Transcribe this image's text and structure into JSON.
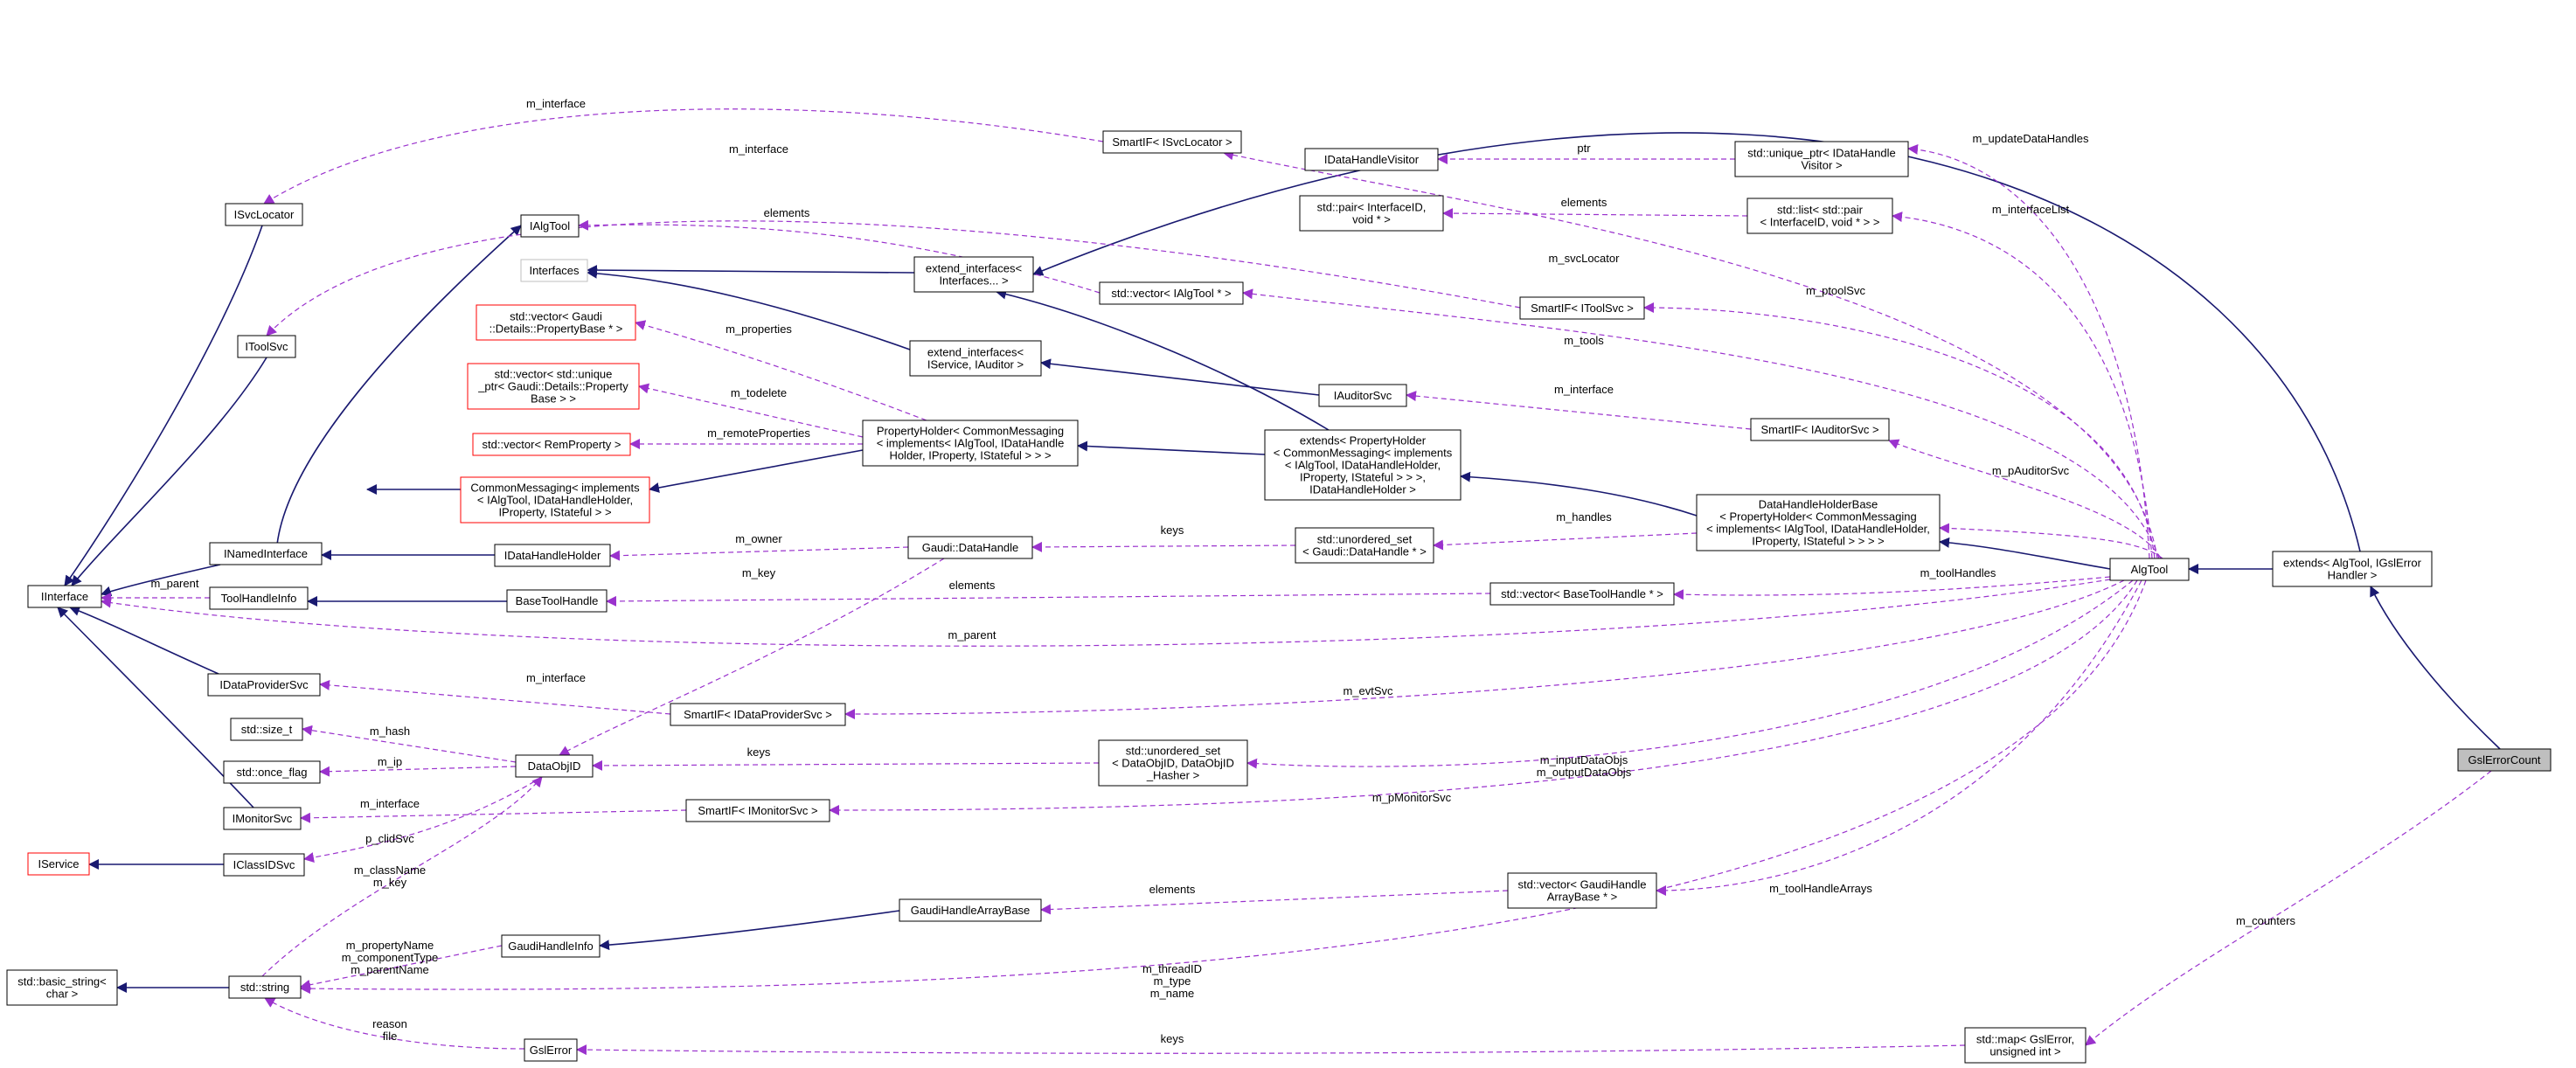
{
  "diagram": {
    "colors": {
      "background": "#ffffff",
      "node_border": "#000000",
      "node_border_red": "#ff0000",
      "node_border_grey": "#bfbfbf",
      "node_fill": "#ffffff",
      "node_fill_focus": "#bfbfbf",
      "inherit_edge": "#191970",
      "usage_edge": "#9a32cd"
    },
    "nodes": [
      {
        "id": "IInterface",
        "lines": [
          "IInterface"
        ],
        "style": "normal"
      },
      {
        "id": "ISvcLocator",
        "lines": [
          "ISvcLocator"
        ],
        "style": "normal"
      },
      {
        "id": "IToolSvc",
        "lines": [
          "IToolSvc"
        ],
        "style": "normal"
      },
      {
        "id": "IAlgTool",
        "lines": [
          "IAlgTool"
        ],
        "style": "normal"
      },
      {
        "id": "Interfaces",
        "lines": [
          "Interfaces"
        ],
        "style": "grey"
      },
      {
        "id": "vecPropBase",
        "lines": [
          "std::vector< Gaudi",
          "::Details::PropertyBase * >"
        ],
        "style": "red"
      },
      {
        "id": "vecUniquePtr",
        "lines": [
          "std::vector< std::unique",
          "_ptr< Gaudi::Details::Property",
          "Base > >"
        ],
        "style": "red"
      },
      {
        "id": "vecRemProp",
        "lines": [
          "std::vector< RemProperty >"
        ],
        "style": "red"
      },
      {
        "id": "CommonMessaging",
        "lines": [
          "CommonMessaging< implements",
          "< IAlgTool, IDataHandleHolder,",
          "IProperty, IStateful > >"
        ],
        "style": "red"
      },
      {
        "id": "INamedInterface",
        "lines": [
          "INamedInterface"
        ],
        "style": "normal"
      },
      {
        "id": "IDataHandleHolder",
        "lines": [
          "IDataHandleHolder"
        ],
        "style": "normal"
      },
      {
        "id": "ToolHandleInfo",
        "lines": [
          "ToolHandleInfo"
        ],
        "style": "normal"
      },
      {
        "id": "BaseToolHandle",
        "lines": [
          "BaseToolHandle"
        ],
        "style": "normal"
      },
      {
        "id": "IDataProviderSvc",
        "lines": [
          "IDataProviderSvc"
        ],
        "style": "normal"
      },
      {
        "id": "stdsize_t",
        "lines": [
          "std::size_t"
        ],
        "style": "normal"
      },
      {
        "id": "stdonce_flag",
        "lines": [
          "std::once_flag"
        ],
        "style": "normal"
      },
      {
        "id": "IMonitorSvc",
        "lines": [
          "IMonitorSvc"
        ],
        "style": "normal"
      },
      {
        "id": "IService",
        "lines": [
          "IService"
        ],
        "style": "red"
      },
      {
        "id": "IClassIDSvc",
        "lines": [
          "IClassIDSvc"
        ],
        "style": "normal"
      },
      {
        "id": "basicString",
        "lines": [
          "std::basic_string<",
          "char >"
        ],
        "style": "normal"
      },
      {
        "id": "stdstring",
        "lines": [
          "std::string"
        ],
        "style": "normal"
      },
      {
        "id": "GslError",
        "lines": [
          "GslError"
        ],
        "style": "normal"
      },
      {
        "id": "SmartIFSvcLocator",
        "lines": [
          "SmartIF< ISvcLocator >"
        ],
        "style": "normal"
      },
      {
        "id": "extendInterfaces",
        "lines": [
          "extend_interfaces<",
          "Interfaces... >"
        ],
        "style": "normal"
      },
      {
        "id": "vecIAlgTool",
        "lines": [
          "std::vector< IAlgTool * >"
        ],
        "style": "normal"
      },
      {
        "id": "extendIServiceIAuditor",
        "lines": [
          "extend_interfaces<",
          "IService, IAuditor >"
        ],
        "style": "normal"
      },
      {
        "id": "PropertyHolder",
        "lines": [
          "PropertyHolder< CommonMessaging",
          "< implements< IAlgTool, IDataHandle",
          "Holder, IProperty, IStateful > > >"
        ],
        "style": "normal"
      },
      {
        "id": "GaudiDataHandle",
        "lines": [
          "Gaudi::DataHandle"
        ],
        "style": "normal"
      },
      {
        "id": "DataObjID",
        "lines": [
          "DataObjID"
        ],
        "style": "normal"
      },
      {
        "id": "SmartIFDataProviderSvc",
        "lines": [
          "SmartIF< IDataProviderSvc >"
        ],
        "style": "normal"
      },
      {
        "id": "SmartIFMonitorSvc",
        "lines": [
          "SmartIF< IMonitorSvc >"
        ],
        "style": "normal"
      },
      {
        "id": "GaudiHandleArrayBase",
        "lines": [
          "GaudiHandleArrayBase"
        ],
        "style": "normal"
      },
      {
        "id": "GaudiHandleInfo",
        "lines": [
          "GaudiHandleInfo"
        ],
        "style": "normal"
      },
      {
        "id": "IDataHandleVisitor",
        "lines": [
          "IDataHandleVisitor"
        ],
        "style": "normal"
      },
      {
        "id": "stdpair",
        "lines": [
          "std::pair< InterfaceID,",
          "void * >"
        ],
        "style": "normal"
      },
      {
        "id": "IAuditorSvc",
        "lines": [
          "IAuditorSvc"
        ],
        "style": "normal"
      },
      {
        "id": "extendsPropertyHolder",
        "lines": [
          "extends< PropertyHolder",
          "< CommonMessaging< implements",
          "< IAlgTool, IDataHandleHolder,",
          "IProperty, IStateful > > >,",
          "IDataHandleHolder >"
        ],
        "style": "normal"
      },
      {
        "id": "unorderedSetDataHandle",
        "lines": [
          "std::unordered_set",
          "< Gaudi::DataHandle * >"
        ],
        "style": "normal"
      },
      {
        "id": "unorderedSetDataObjID",
        "lines": [
          "std::unordered_set",
          "< DataObjID, DataObjID",
          "_Hasher >"
        ],
        "style": "normal"
      },
      {
        "id": "uniquePtrVisitor",
        "lines": [
          "std::unique_ptr< IDataHandle",
          "Visitor >"
        ],
        "style": "normal"
      },
      {
        "id": "listPair",
        "lines": [
          "std::list< std::pair",
          "< InterfaceID, void * > >"
        ],
        "style": "normal"
      },
      {
        "id": "SmartIFToolSvc",
        "lines": [
          "SmartIF< IToolSvc >"
        ],
        "style": "normal"
      },
      {
        "id": "SmartIFAuditorSvc",
        "lines": [
          "SmartIF< IAuditorSvc >"
        ],
        "style": "normal"
      },
      {
        "id": "vecBaseToolHandle",
        "lines": [
          "std::vector< BaseToolHandle * >"
        ],
        "style": "normal"
      },
      {
        "id": "vecGaudiHandleArrayBase",
        "lines": [
          "std::vector< GaudiHandle",
          "ArrayBase * >"
        ],
        "style": "normal"
      },
      {
        "id": "mapGslError",
        "lines": [
          "std::map< GslError,",
          "unsigned int >"
        ],
        "style": "normal"
      },
      {
        "id": "DataHandleHolderBase",
        "lines": [
          "DataHandleHolderBase",
          "< PropertyHolder< CommonMessaging",
          "< implements< IAlgTool, IDataHandleHolder,",
          "IProperty, IStateful > > > >"
        ],
        "style": "normal"
      },
      {
        "id": "AlgTool",
        "lines": [
          "AlgTool"
        ],
        "style": "normal"
      },
      {
        "id": "extendsAlgTool",
        "lines": [
          "extends< AlgTool, IGslError",
          "Handler >"
        ],
        "style": "normal"
      },
      {
        "id": "GslErrorCount",
        "lines": [
          "GslErrorCount"
        ],
        "style": "focus"
      }
    ],
    "edge_labels": [
      {
        "id": "lbl-m_interface-1",
        "lines": [
          "m_interface"
        ]
      },
      {
        "id": "lbl-m_interface-2",
        "lines": [
          "m_interface"
        ]
      },
      {
        "id": "lbl-m_updateDataHandles",
        "lines": [
          "m_updateDataHandles"
        ]
      },
      {
        "id": "lbl-ptr",
        "lines": [
          "ptr"
        ]
      },
      {
        "id": "lbl-elements-pair",
        "lines": [
          "elements"
        ]
      },
      {
        "id": "lbl-m_interfaceList",
        "lines": [
          "m_interfaceList"
        ]
      },
      {
        "id": "lbl-elements-algtool",
        "lines": [
          "elements"
        ]
      },
      {
        "id": "lbl-m_svcLocator",
        "lines": [
          "m_svcLocator"
        ]
      },
      {
        "id": "lbl-m_ptoolSvc",
        "lines": [
          "m_ptoolSvc"
        ]
      },
      {
        "id": "lbl-m_properties",
        "lines": [
          "m_properties"
        ]
      },
      {
        "id": "lbl-m_tools",
        "lines": [
          "m_tools"
        ]
      },
      {
        "id": "lbl-m_todelete",
        "lines": [
          "m_todelete"
        ]
      },
      {
        "id": "lbl-m_interface-auditor",
        "lines": [
          "m_interface"
        ]
      },
      {
        "id": "lbl-m_remoteProperties",
        "lines": [
          "m_remoteProperties"
        ]
      },
      {
        "id": "lbl-m_pAuditorSvc",
        "lines": [
          "m_pAuditorSvc"
        ]
      },
      {
        "id": "lbl-m_owner",
        "lines": [
          "m_owner"
        ]
      },
      {
        "id": "lbl-keys-handle",
        "lines": [
          "keys"
        ]
      },
      {
        "id": "lbl-m_handles",
        "lines": [
          "m_handles"
        ]
      },
      {
        "id": "lbl-m_parent-1",
        "lines": [
          "m_parent"
        ]
      },
      {
        "id": "lbl-m_key",
        "lines": [
          "m_key"
        ]
      },
      {
        "id": "lbl-elements-basetool",
        "lines": [
          "elements"
        ]
      },
      {
        "id": "lbl-m_toolHandles",
        "lines": [
          "m_toolHandles"
        ]
      },
      {
        "id": "lbl-m_parent-2",
        "lines": [
          "m_parent"
        ]
      },
      {
        "id": "lbl-m_interface-dps",
        "lines": [
          "m_interface"
        ]
      },
      {
        "id": "lbl-m_evtSvc",
        "lines": [
          "m_evtSvc"
        ]
      },
      {
        "id": "lbl-m_hash",
        "lines": [
          "m_hash"
        ]
      },
      {
        "id": "lbl-keys-objid",
        "lines": [
          "keys"
        ]
      },
      {
        "id": "lbl-m_ip",
        "lines": [
          "m_ip"
        ]
      },
      {
        "id": "lbl-m_inputDataObjs",
        "lines": [
          "m_inputDataObjs",
          "m_outputDataObjs"
        ]
      },
      {
        "id": "lbl-m_interface-mon",
        "lines": [
          "m_interface"
        ]
      },
      {
        "id": "lbl-m_pMonitorSvc",
        "lines": [
          "m_pMonitorSvc"
        ]
      },
      {
        "id": "lbl-p_clidSvc",
        "lines": [
          "p_clidSvc"
        ]
      },
      {
        "id": "lbl-m_className",
        "lines": [
          "m_className",
          "m_key"
        ]
      },
      {
        "id": "lbl-elements-array",
        "lines": [
          "elements"
        ]
      },
      {
        "id": "lbl-m_toolHandleArrays",
        "lines": [
          "m_toolHandleArrays"
        ]
      },
      {
        "id": "lbl-m_counters",
        "lines": [
          "m_counters"
        ]
      },
      {
        "id": "lbl-m_propertyName",
        "lines": [
          "m_propertyName",
          "m_componentType",
          "m_parentName"
        ]
      },
      {
        "id": "lbl-m_threadID",
        "lines": [
          "m_threadID",
          "m_type",
          "m_name"
        ]
      },
      {
        "id": "lbl-reason",
        "lines": [
          "reason",
          "file"
        ]
      },
      {
        "id": "lbl-keys-map",
        "lines": [
          "keys"
        ]
      }
    ]
  }
}
